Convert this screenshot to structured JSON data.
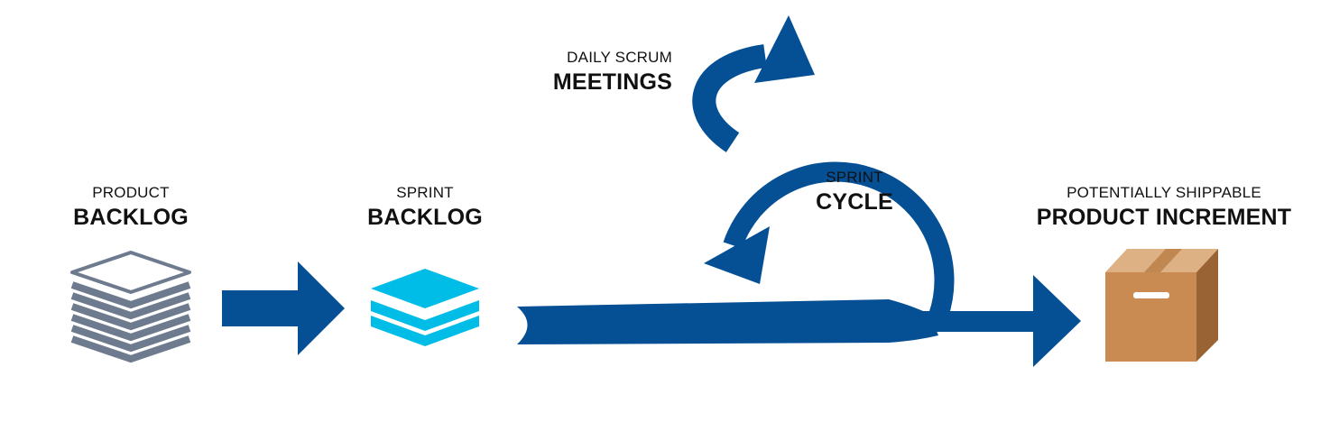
{
  "colors": {
    "flow_blue": "#054f95",
    "product_backlog_gray": "#6e7b8f",
    "sprint_backlog_cyan": "#00bde8",
    "box_front": "#c98b51",
    "box_side": "#9a6333",
    "box_top": "#ddb183",
    "text": "#111111"
  },
  "icons": {
    "product_backlog": "document-stack-icon",
    "sprint_backlog": "layered-stack-icon",
    "increment": "cardboard-box-icon"
  },
  "labels": {
    "product_backlog": {
      "small": "PRODUCT",
      "big": "BACKLOG"
    },
    "sprint_backlog": {
      "small": "SPRINT",
      "big": "BACKLOG"
    },
    "daily_scrum": {
      "small": "DAILY SCRUM",
      "big": "MEETINGS"
    },
    "sprint_cycle": {
      "small": "SPRINT",
      "big": "CYCLE"
    },
    "increment": {
      "small": "POTENTIALLY SHIPPABLE",
      "big": "PRODUCT INCREMENT"
    }
  }
}
